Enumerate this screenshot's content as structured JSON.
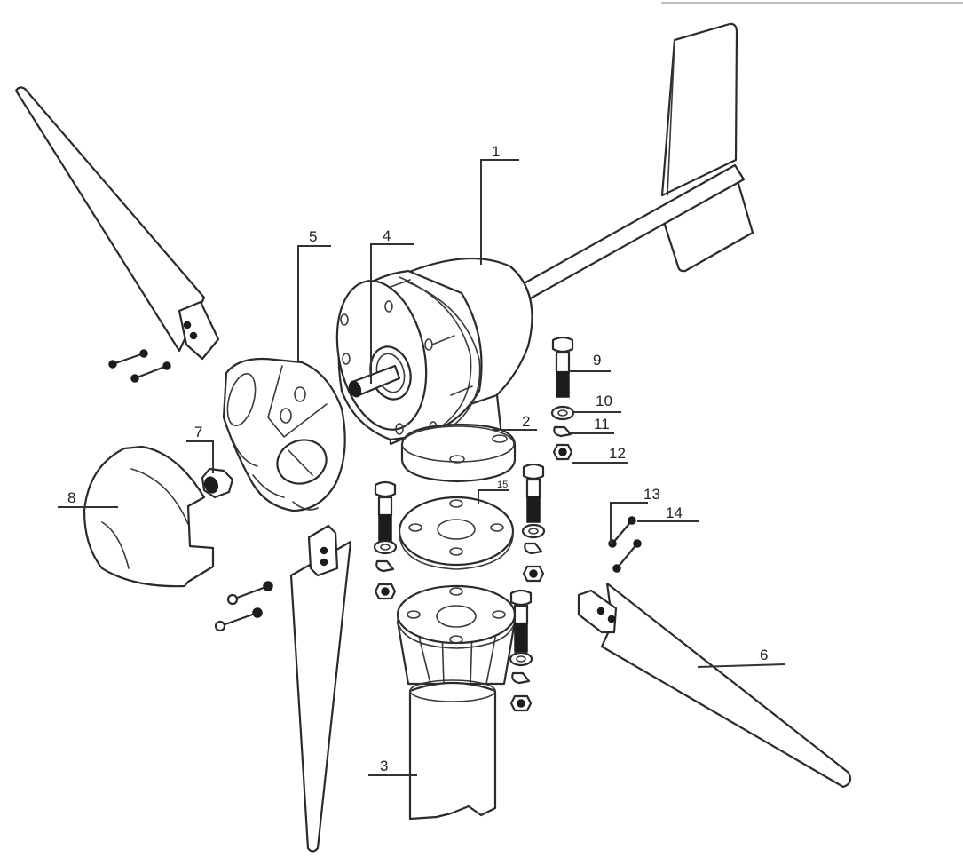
{
  "diagram": {
    "type": "exploded-view assembly drawing",
    "subject": "Small horizontal-axis wind turbine (3 blades)",
    "style": "black line art on white",
    "colors": {
      "line": "#2b2b2b",
      "background": "#ffffff",
      "bolt_shank": "#1c1c1c"
    }
  },
  "callouts": [
    {
      "id": "1",
      "label": "1",
      "part": "generator body with tail boom and tail fin"
    },
    {
      "id": "2",
      "label": "2",
      "part": "yaw base flange"
    },
    {
      "id": "3",
      "label": "3",
      "part": "tower pole"
    },
    {
      "id": "4",
      "label": "4",
      "part": "main shaft"
    },
    {
      "id": "5",
      "label": "5",
      "part": "hub"
    },
    {
      "id": "6",
      "label": "6",
      "part": "blade"
    },
    {
      "id": "7",
      "label": "7",
      "part": "hub lock nut"
    },
    {
      "id": "8",
      "label": "8",
      "part": "nose cone"
    },
    {
      "id": "9",
      "label": "9",
      "part": "hex bolt"
    },
    {
      "id": "10",
      "label": "10",
      "part": "flat washer"
    },
    {
      "id": "11",
      "label": "11",
      "part": "spring washer"
    },
    {
      "id": "12",
      "label": "12",
      "part": "hex nut"
    },
    {
      "id": "13",
      "label": "13",
      "part": "blade bolt"
    },
    {
      "id": "14",
      "label": "14",
      "part": "blade bolt"
    },
    {
      "id": "15",
      "label": "15",
      "part": "adapter flange plate"
    }
  ],
  "labels": {
    "l1": "1",
    "l2": "2",
    "l3": "3",
    "l4": "4",
    "l5": "5",
    "l6": "6",
    "l7": "7",
    "l8": "8",
    "l9": "9",
    "l10": "10",
    "l11": "11",
    "l12": "12",
    "l13": "13",
    "l14": "14",
    "l15": "15"
  }
}
